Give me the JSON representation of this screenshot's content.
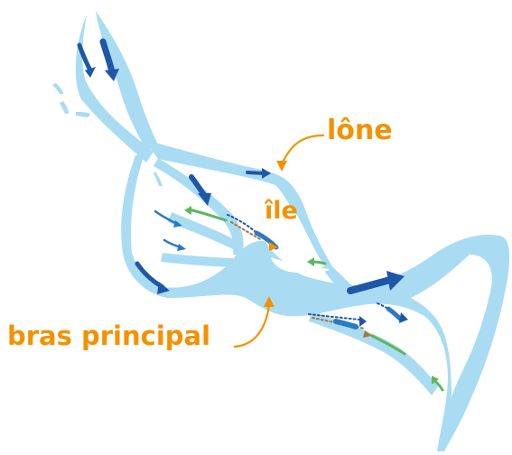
{
  "labels": {
    "lone": "lône",
    "ile": "île",
    "bras_principal": "bras principal"
  },
  "colors": {
    "water": "#a9dcf2",
    "water_edge": "#8fcfeb",
    "arrow_dark": "#1f57a8",
    "arrow_mid": "#2a7ac2",
    "green": "#5cb85c",
    "orange": "#f39200",
    "brown": "#a87545",
    "label": "#f39200"
  }
}
